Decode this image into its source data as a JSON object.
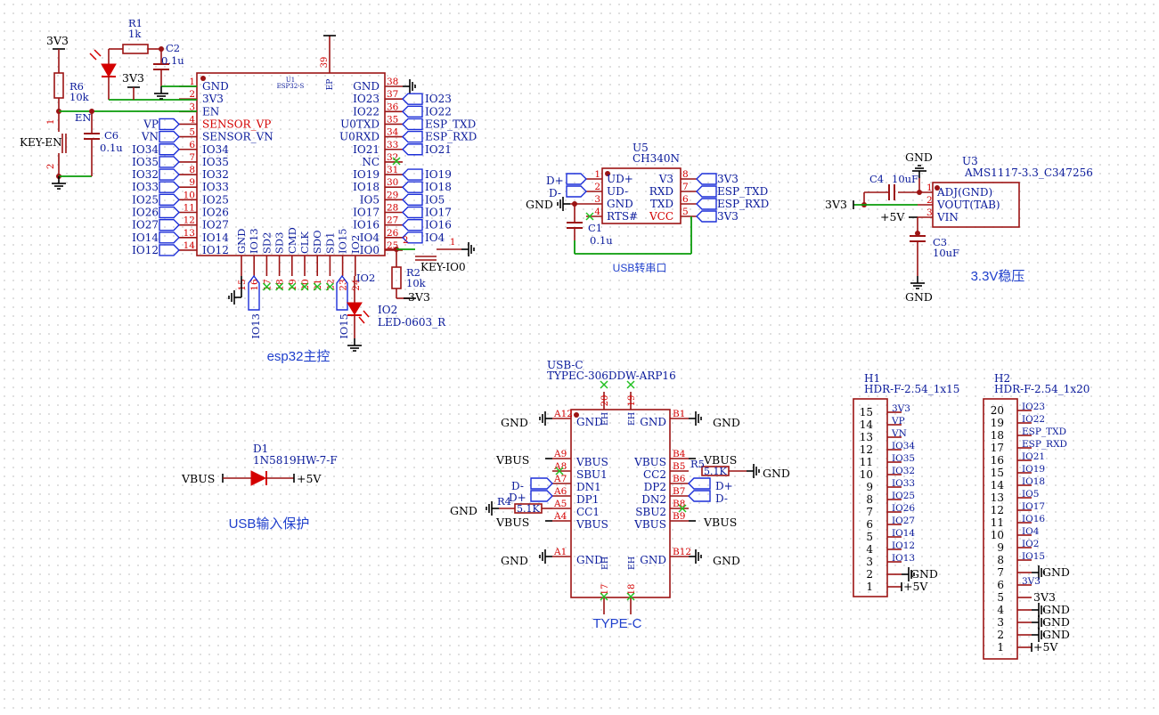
{
  "esp32": {
    "ref": "U1",
    "part": "ESP32-S",
    "left_pins": [
      {
        "n": "1",
        "name": "GND"
      },
      {
        "n": "2",
        "name": "3V3"
      },
      {
        "n": "3",
        "name": "EN"
      },
      {
        "n": "4",
        "name": "SENSOR_VP"
      },
      {
        "n": "5",
        "name": "SENSOR_VN"
      },
      {
        "n": "6",
        "name": "IO34"
      },
      {
        "n": "7",
        "name": "IO35"
      },
      {
        "n": "8",
        "name": "IO32"
      },
      {
        "n": "9",
        "name": "IO33"
      },
      {
        "n": "10",
        "name": "IO25"
      },
      {
        "n": "11",
        "name": "IO26"
      },
      {
        "n": "12",
        "name": "IO27"
      },
      {
        "n": "13",
        "name": "IO14"
      },
      {
        "n": "14",
        "name": "IO12"
      }
    ],
    "left_nets": [
      "VP",
      "VN",
      "IO34",
      "IO35",
      "IO32",
      "IO33",
      "IO25",
      "IO26",
      "IO27",
      "IO14",
      "IO12"
    ],
    "right_pins": [
      {
        "n": "38",
        "name": "GND"
      },
      {
        "n": "37",
        "name": "IO23"
      },
      {
        "n": "36",
        "name": "IO22"
      },
      {
        "n": "35",
        "name": "U0TXD"
      },
      {
        "n": "34",
        "name": "U0RXD"
      },
      {
        "n": "33",
        "name": "IO21"
      },
      {
        "n": "32",
        "name": "NC"
      },
      {
        "n": "31",
        "name": "IO19"
      },
      {
        "n": "30",
        "name": "IO18"
      },
      {
        "n": "29",
        "name": "IO5"
      },
      {
        "n": "28",
        "name": "IO17"
      },
      {
        "n": "27",
        "name": "IO16"
      },
      {
        "n": "26",
        "name": "IO4"
      },
      {
        "n": "25",
        "name": "IO0"
      }
    ],
    "right_nets": [
      "IO23",
      "IO22",
      "ESP_TXD",
      "ESP_RXD",
      "IO21",
      "",
      "IO19",
      "IO18",
      "IO5",
      "IO17",
      "IO16",
      "IO4"
    ],
    "bottom_pins": [
      {
        "n": "15",
        "name": "GND"
      },
      {
        "n": "16",
        "name": "IO13"
      },
      {
        "n": "17",
        "name": "SD2"
      },
      {
        "n": "18",
        "name": "SD3"
      },
      {
        "n": "19",
        "name": "CMD"
      },
      {
        "n": "20",
        "name": "CLK"
      },
      {
        "n": "21",
        "name": "SDO"
      },
      {
        "n": "22",
        "name": "SD1"
      },
      {
        "n": "23",
        "name": "IO15"
      },
      {
        "n": "24",
        "name": "IO2"
      }
    ],
    "top_pin": {
      "n": "39",
      "name": "EP"
    },
    "bottom_nets": [
      "IO13",
      "IO15"
    ],
    "title": "esp32主控"
  },
  "en_circuit": {
    "pwr": "3V3",
    "r1_ref": "R1",
    "r1_val": "1k",
    "c2_ref": "C2",
    "c2_val": "0.1u",
    "r6_ref": "R6",
    "r6_val": "10k",
    "c6_ref": "C6",
    "c6_val": "0.1u",
    "key_ref": "KEY-EN",
    "en_net": "EN",
    "pwr2": "3V3",
    "pin1": "1",
    "pin2": "2"
  },
  "io0_circuit": {
    "r2_ref": "R2",
    "r2_val": "10k",
    "pwr": "3V3",
    "key_ref": "KEY-IO0",
    "pin1": "1",
    "pin2": "2"
  },
  "io2_led": {
    "ref": "IO2",
    "part": "LED-0603_R",
    "net": "IO2"
  },
  "ch340": {
    "ref": "U5",
    "part": "CH340N",
    "left_pins": [
      {
        "n": "1",
        "name": "UD+",
        "net": "D+"
      },
      {
        "n": "2",
        "name": "UD-",
        "net": "D-"
      },
      {
        "n": "3",
        "name": "GND",
        "net": "GND"
      },
      {
        "n": "4",
        "name": "RTS#",
        "net": ""
      }
    ],
    "right_pins": [
      {
        "n": "8",
        "name": "V3",
        "net": "3V3"
      },
      {
        "n": "7",
        "name": "RXD",
        "net": "ESP_TXD"
      },
      {
        "n": "6",
        "name": "TXD",
        "net": "ESP_RXD"
      },
      {
        "n": "5",
        "name": "VCC",
        "net": "3V3"
      }
    ],
    "c1_ref": "C1",
    "c1_val": "0.1u",
    "title": "USB转串口"
  },
  "ams1117": {
    "ref": "U3",
    "part": "AMS1117-3.3_C347256",
    "pins": [
      {
        "n": "1",
        "name": "ADJ(GND)"
      },
      {
        "n": "2",
        "name": "VOUT(TAB)"
      },
      {
        "n": "3",
        "name": "VIN"
      }
    ],
    "gnd_top": "GND",
    "gnd_bottom": "GND",
    "v_out": "3V3",
    "v_in": "+5V",
    "c4_ref": "C4",
    "c4_val": "10uF",
    "c3_ref": "C3",
    "c3_val": "10uF",
    "title": "3.3V稳压"
  },
  "usbc": {
    "ref": "USB-C",
    "part": "TYPEC-306DDW-ARP16",
    "left_pins": [
      {
        "n": "A12",
        "name": "GND",
        "net": "GND"
      },
      {
        "n": "A9",
        "name": "VBUS",
        "net": "VBUS"
      },
      {
        "n": "A8",
        "name": "SBU1",
        "net": ""
      },
      {
        "n": "A7",
        "name": "DN1",
        "net": "D-"
      },
      {
        "n": "A6",
        "name": "DP1",
        "net": "D+"
      },
      {
        "n": "A5",
        "name": "CC1",
        "net": "GND"
      },
      {
        "n": "A4",
        "name": "VBUS",
        "net": "VBUS"
      },
      {
        "n": "A1",
        "name": "GND",
        "net": "GND"
      }
    ],
    "right_pins": [
      {
        "n": "B1",
        "name": "GND",
        "net": "GND"
      },
      {
        "n": "B4",
        "name": "VBUS",
        "net": "VBUS"
      },
      {
        "n": "B5",
        "name": "CC2",
        "net": "GND"
      },
      {
        "n": "B6",
        "name": "DP2",
        "net": "D+"
      },
      {
        "n": "B7",
        "name": "DN2",
        "net": "D-"
      },
      {
        "n": "B8",
        "name": "SBU2",
        "net": ""
      },
      {
        "n": "B9",
        "name": "VBUS",
        "net": "VBUS"
      },
      {
        "n": "B12",
        "name": "GND",
        "net": "GND"
      }
    ],
    "eh_top": [
      "20",
      "19"
    ],
    "eh_bottom": [
      "17",
      "18"
    ],
    "eh_label": "EH",
    "r4_ref": "R4",
    "r4_val": "5.1K",
    "r5_ref": "R5",
    "r5_val": "5.1K",
    "title": "TYPE-C"
  },
  "diode": {
    "ref": "D1",
    "part": "1N5819HW-7-F",
    "in": "VBUS",
    "out": "+5V",
    "title": "USB输入保护"
  },
  "h1": {
    "ref": "H1",
    "part": "HDR-F-2.54_1x15",
    "pins": [
      {
        "n": "15",
        "net": "3V3"
      },
      {
        "n": "14",
        "net": "VP"
      },
      {
        "n": "13",
        "net": "VN"
      },
      {
        "n": "12",
        "net": "IO34"
      },
      {
        "n": "11",
        "net": "IO35"
      },
      {
        "n": "10",
        "net": "IO32"
      },
      {
        "n": "9",
        "net": "IO33"
      },
      {
        "n": "8",
        "net": "IO25"
      },
      {
        "n": "7",
        "net": "IO26"
      },
      {
        "n": "6",
        "net": "IO27"
      },
      {
        "n": "5",
        "net": "IO14"
      },
      {
        "n": "4",
        "net": "IO12"
      },
      {
        "n": "3",
        "net": "IO13"
      },
      {
        "n": "2",
        "net": "GND"
      },
      {
        "n": "1",
        "net": "+5V"
      }
    ]
  },
  "h2": {
    "ref": "H2",
    "part": "HDR-F-2.54_1x20",
    "pins": [
      {
        "n": "20",
        "net": "IO23"
      },
      {
        "n": "19",
        "net": "IO22"
      },
      {
        "n": "18",
        "net": "ESP_TXD"
      },
      {
        "n": "17",
        "net": "ESP_RXD"
      },
      {
        "n": "16",
        "net": "IO21"
      },
      {
        "n": "15",
        "net": "IO19"
      },
      {
        "n": "14",
        "net": "IO18"
      },
      {
        "n": "13",
        "net": "IO5"
      },
      {
        "n": "12",
        "net": "IO17"
      },
      {
        "n": "11",
        "net": "IO16"
      },
      {
        "n": "10",
        "net": "IO4"
      },
      {
        "n": "9",
        "net": "IO2"
      },
      {
        "n": "8",
        "net": "IO15"
      },
      {
        "n": "7",
        "net": "GND"
      },
      {
        "n": "6",
        "net": "3V3"
      },
      {
        "n": "5",
        "net": "3V3"
      },
      {
        "n": "4",
        "net": "GND"
      },
      {
        "n": "3",
        "net": "GND"
      },
      {
        "n": "2",
        "net": "GND"
      },
      {
        "n": "1",
        "net": "+5V"
      }
    ]
  },
  "colors": {
    "body": "#9c1414",
    "wire": "#0a9b0a",
    "pin": "#9c1414",
    "net": "#0a1a9b",
    "red": "#d40000"
  }
}
